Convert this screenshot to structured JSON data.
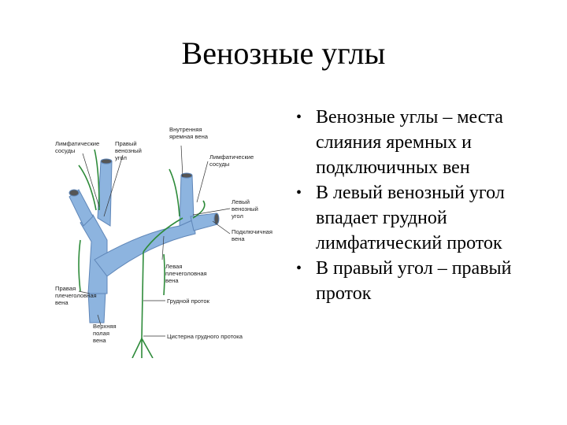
{
  "slide": {
    "title": "Венозные углы"
  },
  "bullets": [
    "Венозные углы – места слияния яремных и подключичных вен",
    "В левый венозный угол впадает грудной лимфатический проток",
    "В правый угол – правый проток"
  ],
  "diagram": {
    "colors": {
      "vein": "#8db4df",
      "vein_stroke": "#5f86b8",
      "lymph": "#2e8b3a",
      "pointer": "#333333"
    },
    "labels": {
      "lymph_vessels_left": [
        "Лимфатические",
        "сосуды"
      ],
      "right_venous_angle": [
        "Правый",
        "венозный",
        "угол"
      ],
      "internal_jugular_vein": [
        "Внутренняя",
        "яремная вена"
      ],
      "lymph_vessels_right": [
        "Лимфатические",
        "сосуды"
      ],
      "left_venous_angle": [
        "Левый",
        "венозный",
        "угол"
      ],
      "subclavian_vein": [
        "Подключичная",
        "вена"
      ],
      "left_brachiocephalic_vein": [
        "Левая",
        "плечеголовная",
        "вена"
      ],
      "thoracic_duct": [
        "Грудной проток"
      ],
      "right_brachiocephalic_vein": [
        "Правая",
        "плечеголовная",
        "вена"
      ],
      "superior_vena_cava": [
        "Верхняя",
        "полая",
        "вена"
      ],
      "cisterna_chyli": [
        "Цистерна грудного протока"
      ]
    }
  }
}
